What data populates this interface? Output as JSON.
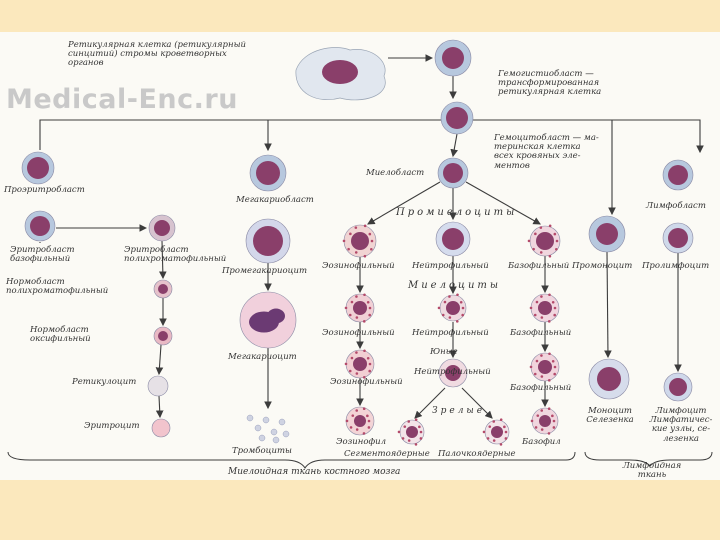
{
  "watermark": "Medical-Enc.ru",
  "labels": {
    "reticular": "Ретикулярная клетка (ретикулярный\nсинцитий) стромы кроветворных\nорганов",
    "hemohistioblast": "Гемогистиобласт —\nтрансформированная\nретикулярная клетка",
    "hemocytoblast": "Гемоцитобласт — ма-\nтеринская клетка\nвсех кровяных эле-\nментов",
    "proerythroblast": "Проэритробласт",
    "megakaryoblast": "Мегакариобласт",
    "myeloblast": "Миелобласт",
    "lymphoblast": "Лимфобласт",
    "promyelocytes": "Промиелоциты",
    "erythroblast_baso": "Эритробласт\nбазофильный",
    "erythroblast_poly": "Эритробласт\nполихроматофильный",
    "promegakaryocyte": "Промегакариоцит",
    "eos_promyelocyte": "Эозинофильный",
    "neut_promyelocyte": "Нейтрофильный",
    "baso_promyelocyte": "Базофильный",
    "promonocyte": "Промоноцит",
    "prolymphocyte": "Пролимфоцит",
    "normoblast_poly": "Нормобласт\nполихроматофильный",
    "myelocytes": "Миелоциты",
    "normoblast_oxy": "Нормобласт\nоксифильный",
    "eos_myelocyte": "Эозинофильный",
    "neut_myelocyte": "Нейтрофильный",
    "baso_myelocyte": "Базофильный",
    "megakaryocyte": "Мегакариоцит",
    "young": "Юные",
    "reticulocyte": "Ретикулоцит",
    "eos_young": "Эозинофильный",
    "neut_young": "Нейтрофильный",
    "baso_young": "Базофильный",
    "mature": "Зрелые",
    "erythrocyte": "Эритроцит",
    "monocyte": "Моноцит\nСелезенка",
    "lymphocyte": "Лимфоцит\nЛимфатичес-\nкие узлы, се-\nлезенка",
    "eosinophil": "Эозинофил",
    "segmented": "Сегментоядерные",
    "band": "Палочкоядерные",
    "basophil": "Базофил",
    "platelets": "Тромбоциты",
    "myeloid_tissue": "Миелоидная ткань костного мозга",
    "lymphoid_tissue": "Лимфоидная\nткань"
  },
  "colors": {
    "band": "#fbe8bd",
    "panel": "#fbfaf5",
    "nucleus": "#8a3f6a",
    "cytoplasm_blue": "#b7c8de",
    "cytoplasm_pink": "#e9c2cf",
    "line": "#3c3c3c"
  }
}
